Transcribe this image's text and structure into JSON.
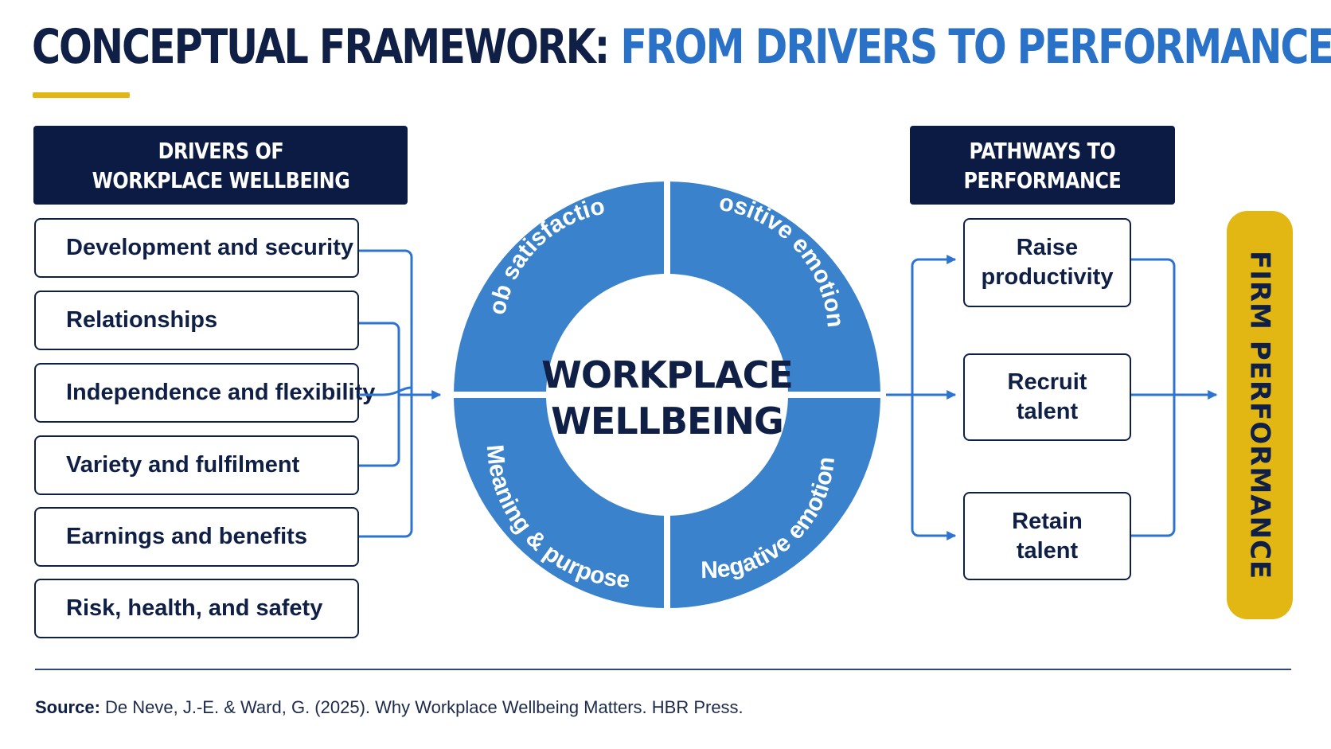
{
  "title": {
    "part1": "CONCEPTUAL FRAMEWORK:",
    "part2": "FROM DRIVERS TO PERFORMANCE"
  },
  "drivers": {
    "header": "DRIVERS OF\nWORKPLACE WELLBEING",
    "items": [
      "Development and security",
      "Relationships",
      "Independence and flexibility",
      "Variety and fulfilment",
      "Earnings and benefits",
      "Risk, health, and safety"
    ]
  },
  "wheel": {
    "center_line1": "WORKPLACE",
    "center_line2": "WELLBEING",
    "segments": {
      "top_left": "Job satisfaction",
      "top_right": "Positive emotions",
      "bottom_left": "Meaning & purpose",
      "bottom_right": "Negative emotions"
    }
  },
  "pathways": {
    "header": "PATHWAYS TO\nPERFORMANCE",
    "items": [
      "Raise\nproductivity",
      "Recruit\ntalent",
      "Retain\ntalent"
    ]
  },
  "outcome": {
    "label": "FIRM PERFORMANCE"
  },
  "source": {
    "label": "Source:",
    "text": "De Neve, J.-E. & Ward, G. (2025). Why Workplace Wellbeing Matters. HBR Press."
  },
  "colors": {
    "navy": "#0b1b44",
    "blue": "#2a72c8",
    "wheel_blue": "#3a82cb",
    "yellow": "#e2b714",
    "connector_blue": "#2d74d0"
  }
}
